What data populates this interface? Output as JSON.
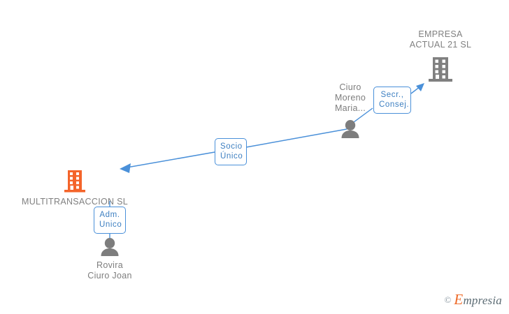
{
  "diagram": {
    "title": "Corporate relations chart",
    "colors": {
      "entity_current": "#808080",
      "entity_related": "#f4642a",
      "person": "#7d7d7d",
      "edge": "#4a90d9",
      "chip_border": "#4a90d9",
      "chip_text": "#3d7fc1",
      "background": "#ffffff"
    },
    "nodes": [
      {
        "id": "empresa-actual",
        "type": "company",
        "icon": "building-icon",
        "label": "EMPRESA\nACTUAL 21 SL",
        "color": "#808080"
      },
      {
        "id": "multitransaccion",
        "type": "company",
        "icon": "building-icon",
        "label": "MULTITRANSACCION SL",
        "color": "#f4642a"
      },
      {
        "id": "ciuro-moreno",
        "type": "person",
        "icon": "person-icon",
        "label": "Ciuro\nMoreno\nMaria...",
        "color": "#7d7d7d"
      },
      {
        "id": "rovira-ciuro",
        "type": "person",
        "icon": "person-icon",
        "label": "Rovira\nCiuro Joan",
        "color": "#7d7d7d"
      }
    ],
    "edges": [
      {
        "id": "edge-secretario",
        "from": "ciuro-moreno",
        "to": "empresa-actual",
        "label": "Secr.,\nConsej.",
        "arrow": "to"
      },
      {
        "id": "edge-socio-unico",
        "from": "ciuro-moreno",
        "to": "multitransaccion",
        "label": "Socio\nÚnico",
        "arrow": "to"
      },
      {
        "id": "edge-adm-unico",
        "from": "rovira-ciuro",
        "to": "multitransaccion",
        "label": "Adm.\nUnico",
        "arrow": "none"
      }
    ]
  },
  "watermark": {
    "copyright": "©",
    "brand_first": "E",
    "brand_rest": "mpresia"
  }
}
